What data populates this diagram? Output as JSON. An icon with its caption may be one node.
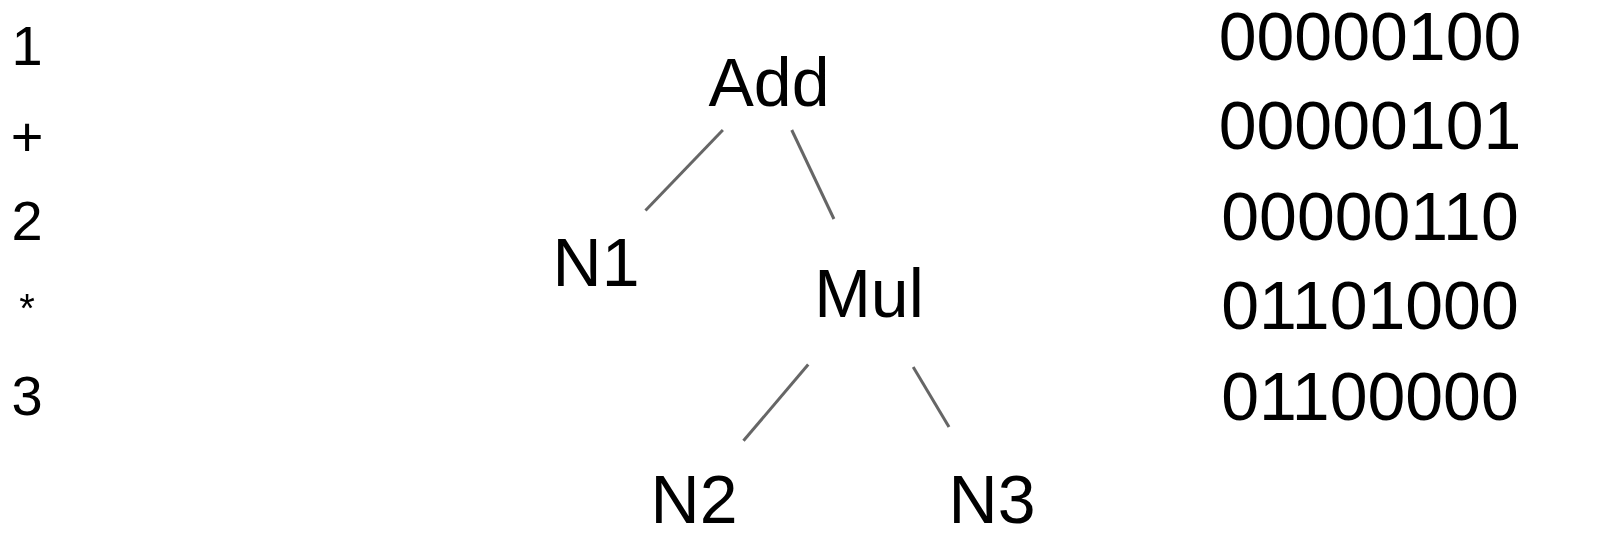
{
  "diagram": {
    "nodes": [
      {
        "text": [
          "Add"
        ]
      },
      {
        "text": [
          "N1"
        ]
      },
      {
        "text": [
          "Mul"
        ]
      },
      {
        "text": [
          "N2"
        ]
      },
      {
        "text": [
          "N3"
        ]
      }
    ],
    "edges": [
      {
        "from": 0,
        "to": 1,
        "arrow": "none"
      },
      {
        "from": 0,
        "to": 2,
        "arrow": "none"
      },
      {
        "from": 2,
        "to": 3,
        "arrow": "none"
      },
      {
        "from": 2,
        "to": 4,
        "arrow": "none"
      }
    ],
    "labels": [
      "1",
      "+",
      "2",
      "*",
      "3",
      "00000100",
      "00000101",
      "00000110",
      "01101000",
      "01100000"
    ]
  }
}
